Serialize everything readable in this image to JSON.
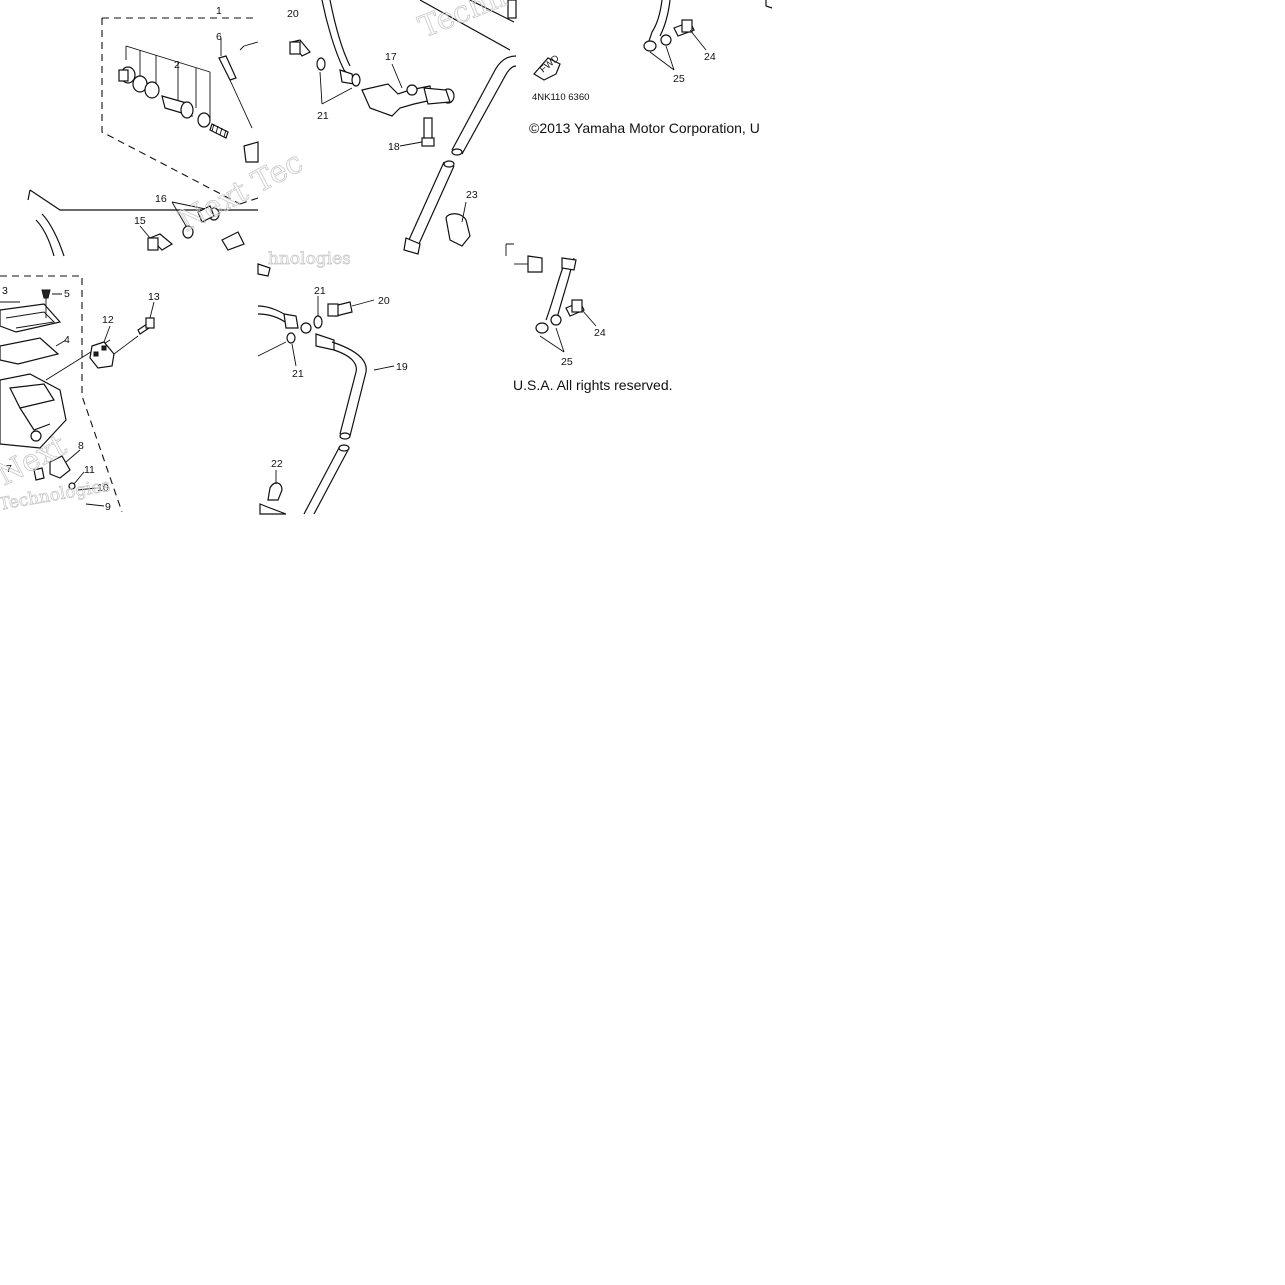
{
  "copyright": {
    "line1": "©2013 Yamaha Motor Corporation, U",
    "line2": "U.S.A. All rights reserved."
  },
  "drawing_code": "4NK110 6360",
  "fwd_label": "FWD",
  "watermarks": {
    "top": "Techn",
    "mid1": "Next Tec",
    "mid2": "hnologies",
    "bottom1": "Next",
    "bottom2": "Technologies"
  },
  "callouts": {
    "c1": "1",
    "c2": "2",
    "c3": "3",
    "c4": "4",
    "c5": "5",
    "c6": "6",
    "c7": "7",
    "c8": "8",
    "c9": "9",
    "c10": "10",
    "c11": "11",
    "c12": "12",
    "c13": "13",
    "c15": "15",
    "c16": "16",
    "c17": "17",
    "c18": "18",
    "c19": "19",
    "c20a": "20",
    "c20b": "20",
    "c21a": "21",
    "c21b": "21",
    "c21c": "21",
    "c22": "22",
    "c23": "23",
    "c24a": "24",
    "c24b": "24",
    "c25a": "25",
    "c25b": "25"
  }
}
